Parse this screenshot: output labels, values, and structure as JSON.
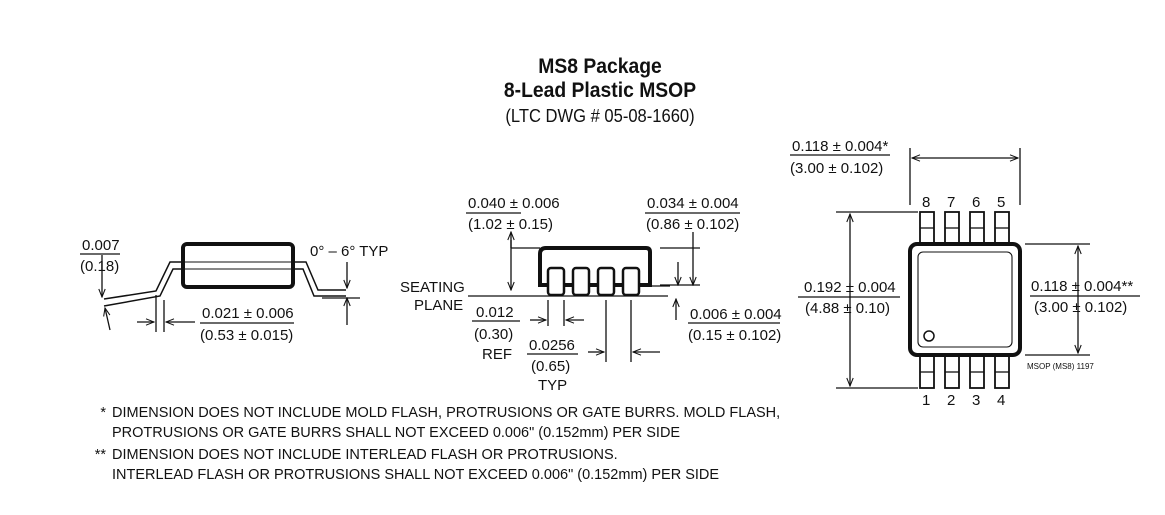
{
  "title": {
    "line1": "MS8 Package",
    "line2": "8-Lead Plastic MSOP",
    "line3": "(LTC DWG # 05-08-1660)"
  },
  "left_view": {
    "dim_a_in": "0.007",
    "dim_a_mm": "(0.18)",
    "angle": "0° – 6° TYP",
    "dim_b_in": "0.021 ± 0.006",
    "dim_b_mm": "(0.53 ± 0.015)"
  },
  "side_view": {
    "height_in": "0.040 ± 0.006",
    "height_mm": "(1.02 ± 0.15)",
    "body_in": "0.034 ± 0.004",
    "body_mm": "(0.86 ± 0.102)",
    "seating_1": "SEATING",
    "seating_2": "PLANE",
    "lead_in": "0.012",
    "lead_mm": "(0.30)",
    "lead_ref": "REF",
    "standoff_in": "0.006 ± 0.004",
    "standoff_mm": "(0.15 ± 0.102)",
    "pitch_in": "0.0256",
    "pitch_mm": "(0.65)",
    "pitch_typ": "TYP"
  },
  "top_view": {
    "width_in": "0.118 ± 0.004*",
    "width_mm": "(3.00 ± 0.102)",
    "length_in": "0.192 ± 0.004",
    "length_mm": "(4.88 ± 0.10)",
    "body_w_in": "0.118 ± 0.004**",
    "body_w_mm": "(3.00 ± 0.102)",
    "pins_top": [
      "8",
      "7",
      "6",
      "5"
    ],
    "pins_bottom": [
      "1",
      "2",
      "3",
      "4"
    ],
    "code": "MSOP (MS8) 1197"
  },
  "notes": [
    {
      "mark": "*",
      "lines": [
        "DIMENSION DOES NOT INCLUDE MOLD FLASH, PROTRUSIONS OR GATE BURRS. MOLD FLASH,",
        "PROTRUSIONS OR GATE BURRS SHALL NOT EXCEED 0.006\" (0.152mm) PER SIDE"
      ]
    },
    {
      "mark": "**",
      "lines": [
        "DIMENSION DOES NOT INCLUDE INTERLEAD FLASH OR PROTRUSIONS.",
        "INTERLEAD FLASH OR PROTRUSIONS SHALL NOT EXCEED 0.006\" (0.152mm) PER SIDE"
      ]
    }
  ]
}
